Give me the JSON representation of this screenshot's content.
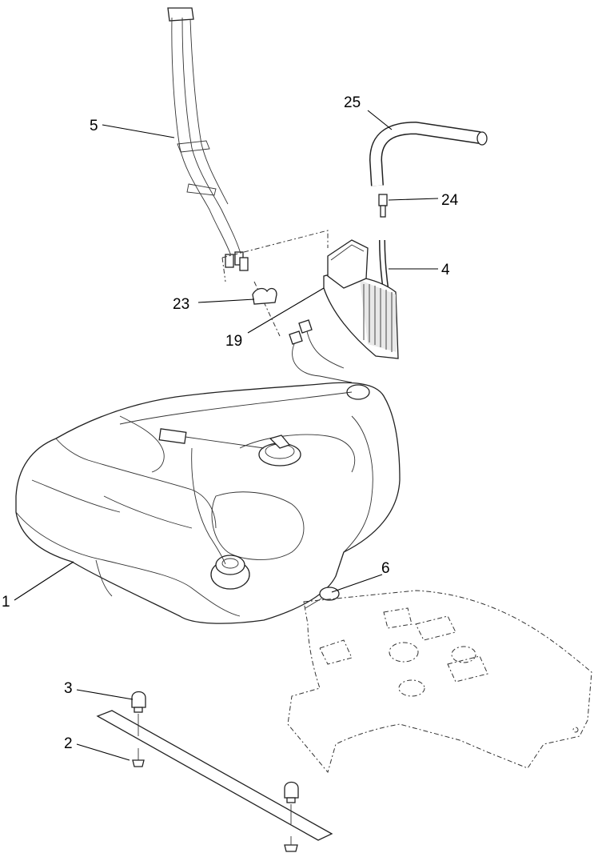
{
  "callouts": [
    {
      "id": "1",
      "label": "1"
    },
    {
      "id": "2",
      "label": "2"
    },
    {
      "id": "3",
      "label": "3"
    },
    {
      "id": "4",
      "label": "4"
    },
    {
      "id": "5",
      "label": "5"
    },
    {
      "id": "6",
      "label": "6"
    },
    {
      "id": "19",
      "label": "19"
    },
    {
      "id": "23",
      "label": "23"
    },
    {
      "id": "24",
      "label": "24"
    },
    {
      "id": "25",
      "label": "25"
    }
  ]
}
